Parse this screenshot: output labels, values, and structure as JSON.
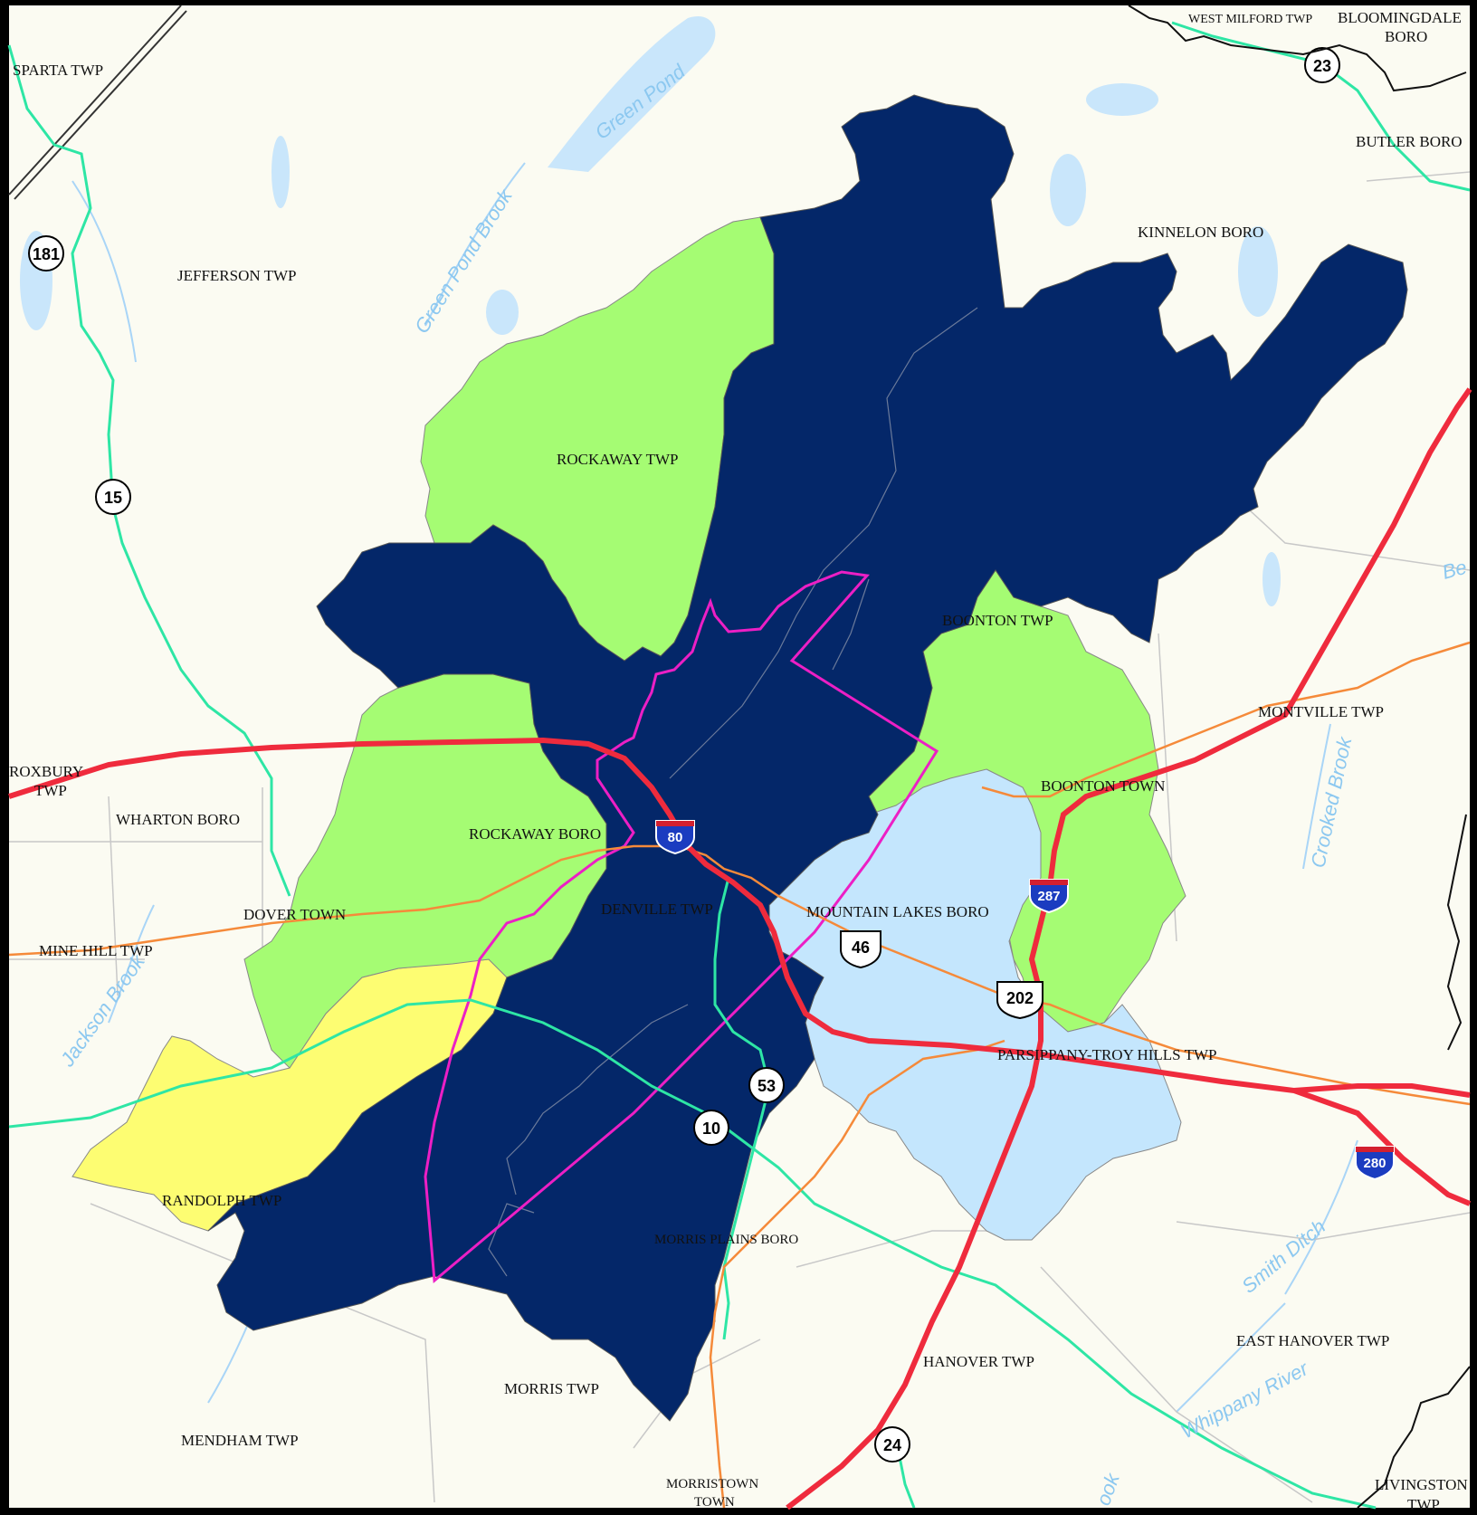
{
  "map": {
    "colors": {
      "background": "#fbfbf2",
      "water": "#c9e6fb",
      "stream": "#a9d5f7",
      "region_dark": "#042769",
      "region_green": "#a5fc73",
      "region_light_blue": "#c4e6fd",
      "region_yellow": "#fdfd72",
      "interstate": "#ef2b3d",
      "us_highway": "#f58a3a",
      "state_route": "#2ee6a5",
      "boundary_overlay": "#ec1fc5",
      "municipal_boundary": "#c8c8c8",
      "railroad": "#333333"
    },
    "municipalities": [
      "SPARTA TWP",
      "JEFFERSON TWP",
      "ROCKAWAY TWP",
      "KINNELON BORO",
      "WEST MILFORD TWP",
      "BLOOMINGDALE",
      "BORO",
      "BUTLER BORO",
      "BOONTON TWP",
      "MONTVILLE TWP",
      "BOONTON TOWN",
      "ROXBURY",
      "TWP",
      "WHARTON BORO",
      "ROCKAWAY BORO",
      "DENVILLE TWP",
      "MOUNTAIN LAKES BORO",
      "DOVER TOWN",
      "MINE HILL TWP",
      "PARSIPPANY-TROY HILLS TWP",
      "RANDOLPH TWP",
      "MORRIS PLAINS BORO",
      "EAST HANOVER TWP",
      "HANOVER TWP",
      "MORRIS TWP",
      "MENDHAM TWP",
      "MORRISTOWN",
      "TOWN",
      "LIVINGSTON",
      "TWP"
    ],
    "water_labels": [
      "Green Pond",
      "Green Pond Brook",
      "Jackson Brook",
      "Crooked Brook",
      "Smith Ditch",
      "Whippany River",
      "Be",
      "ook"
    ],
    "route_shields": {
      "state": [
        "181",
        "15",
        "23",
        "53",
        "10",
        "24"
      ],
      "us": [
        "46",
        "202"
      ],
      "interstate": [
        "80",
        "287",
        "280"
      ]
    }
  }
}
